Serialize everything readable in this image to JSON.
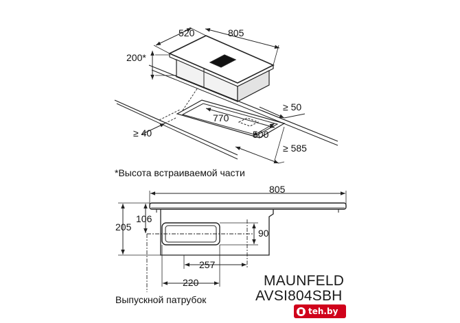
{
  "top_view": {
    "dim_depth": "520",
    "dim_width": "805",
    "dim_height": "200*",
    "dim_gap_back": "≥ 50",
    "dim_cutout_width": "770",
    "dim_cutout_depth": "500",
    "dim_gap_front": "≥ 40",
    "dim_worktop_depth": "≥ 585"
  },
  "footnote": "*Высота встраиваемой части",
  "side_view": {
    "dim_total_width": "805",
    "dim_total_height": "205",
    "dim_duct_offset": "106",
    "dim_duct_height": "90",
    "dim_duct_position": "257",
    "dim_duct_width": "220",
    "outlet_label": "Выпускной патрубок"
  },
  "product": {
    "brand": "MAUNFELD",
    "model": "AVSI804SBH"
  },
  "watermark": {
    "text": "teh.by",
    "color": "#d0021b"
  }
}
